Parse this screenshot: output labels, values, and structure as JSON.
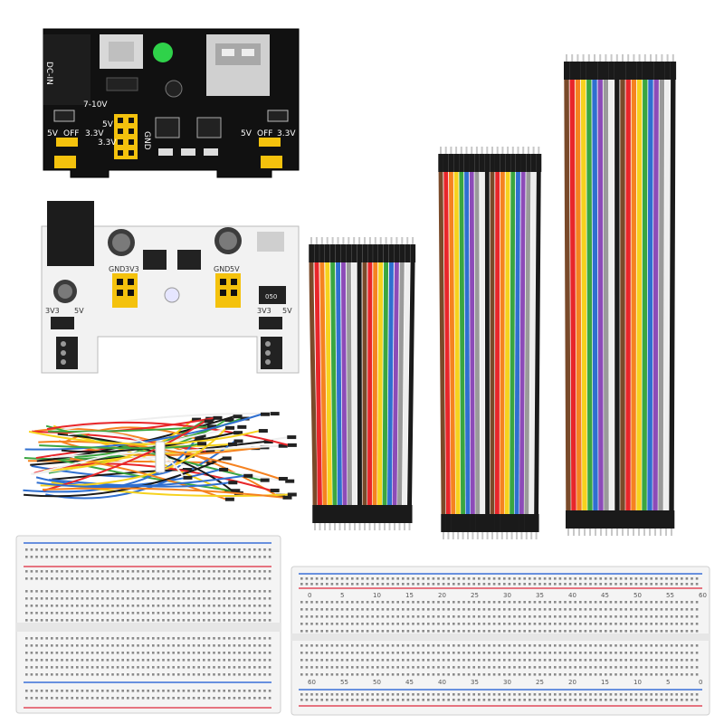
{
  "black_module": {
    "label_voltage": "7-10V",
    "label_dc": "DC-IN",
    "label_5v_left": "5V",
    "label_off_left": "OFF",
    "label_33_left": "3.3V",
    "label_5v_right": "5V",
    "label_off_right": "OFF",
    "label_33_right": "3.3V",
    "label_5v_pin": "5V",
    "label_33_pin": "3.3V",
    "label_gnd": "GND"
  },
  "white_module": {
    "label_gnd_left": "GND",
    "label_3v3_left": "3V3",
    "label_gnd_right": "GND",
    "label_5v_right": "5V",
    "label_3v3_switch": "3V3",
    "label_5v_switch": "5V",
    "label_5v_switch_r": "5V",
    "label_3v3_switch_r": "3V3",
    "label_diode": "050"
  },
  "breadboard_large": {
    "top_numbers": [
      "0",
      "5",
      "10",
      "15",
      "20",
      "25",
      "30",
      "35",
      "40",
      "45",
      "50",
      "55",
      "60"
    ],
    "bottom_numbers": [
      "60",
      "55",
      "50",
      "45",
      "40",
      "35",
      "30",
      "25",
      "20",
      "15",
      "10",
      "5",
      "0"
    ]
  },
  "colors": {
    "red": "#e8262a",
    "orange": "#f58220",
    "yellow": "#f6d21e",
    "green": "#3aa640",
    "blue": "#2f6fd0",
    "purple": "#8c4bb8",
    "grey": "#9a9a9a",
    "white": "#eeeeee",
    "black": "#1a1a1a",
    "brown": "#7a4a2a",
    "pcb_black": "#111111",
    "pcb_white": "#f2f2f2",
    "header_yellow": "#f4c20d",
    "rail_red": "#e24a5a",
    "rail_blue": "#3a6fd8"
  }
}
